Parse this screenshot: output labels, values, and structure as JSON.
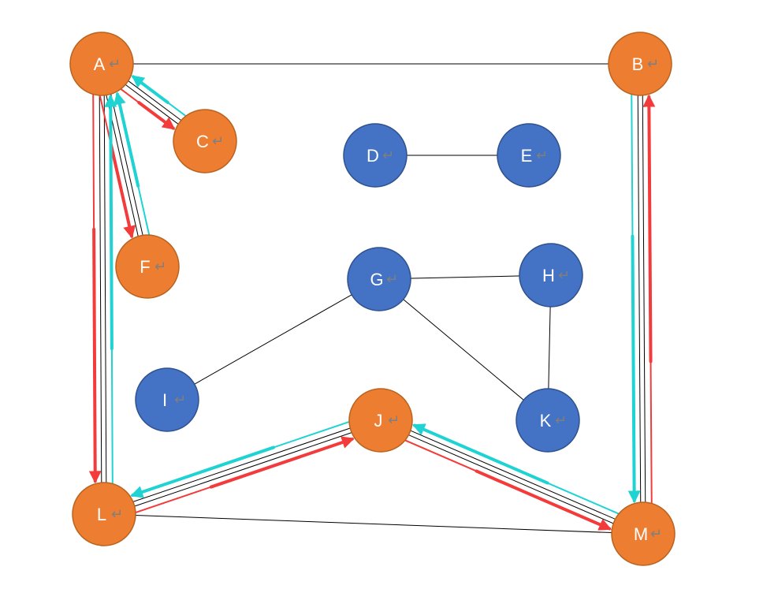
{
  "colors": {
    "orange": "#ED7D31",
    "blue": "#4472C4",
    "red": "#F33B3B",
    "cyan": "#1FD3D3",
    "edge": "#000000",
    "label": "#ffffff",
    "return_mark": "#7F7F7F"
  },
  "return_mark": "↵",
  "nodes": [
    {
      "id": "A",
      "label": "A",
      "color": "orange"
    },
    {
      "id": "B",
      "label": "B",
      "color": "orange"
    },
    {
      "id": "C",
      "label": "C",
      "color": "orange"
    },
    {
      "id": "D",
      "label": "D",
      "color": "blue"
    },
    {
      "id": "E",
      "label": "E",
      "color": "blue"
    },
    {
      "id": "F",
      "label": "F",
      "color": "orange"
    },
    {
      "id": "G",
      "label": "G",
      "color": "blue"
    },
    {
      "id": "H",
      "label": "H",
      "color": "blue"
    },
    {
      "id": "I",
      "label": "I",
      "color": "blue"
    },
    {
      "id": "J",
      "label": "J",
      "color": "orange"
    },
    {
      "id": "K",
      "label": "K",
      "color": "blue"
    },
    {
      "id": "L",
      "label": "L",
      "color": "orange"
    },
    {
      "id": "M",
      "label": "M",
      "color": "orange"
    }
  ],
  "edges": [
    {
      "from": "A",
      "to": "B"
    },
    {
      "from": "A",
      "to": "C"
    },
    {
      "from": "A",
      "to": "F"
    },
    {
      "from": "A",
      "to": "L"
    },
    {
      "from": "B",
      "to": "M"
    },
    {
      "from": "D",
      "to": "E"
    },
    {
      "from": "G",
      "to": "H"
    },
    {
      "from": "G",
      "to": "I"
    },
    {
      "from": "G",
      "to": "K"
    },
    {
      "from": "H",
      "to": "K"
    },
    {
      "from": "J",
      "to": "L"
    },
    {
      "from": "J",
      "to": "M"
    },
    {
      "from": "L",
      "to": "M"
    }
  ],
  "traversal_forward": [
    {
      "from": "A",
      "to": "C"
    },
    {
      "from": "A",
      "to": "F"
    },
    {
      "from": "A",
      "to": "L"
    },
    {
      "from": "L",
      "to": "J"
    },
    {
      "from": "J",
      "to": "M"
    },
    {
      "from": "M",
      "to": "B"
    }
  ],
  "traversal_backtrack": [
    {
      "from": "C",
      "to": "A"
    },
    {
      "from": "F",
      "to": "A"
    },
    {
      "from": "B",
      "to": "M"
    },
    {
      "from": "M",
      "to": "J"
    },
    {
      "from": "J",
      "to": "L"
    },
    {
      "from": "L",
      "to": "A"
    }
  ]
}
